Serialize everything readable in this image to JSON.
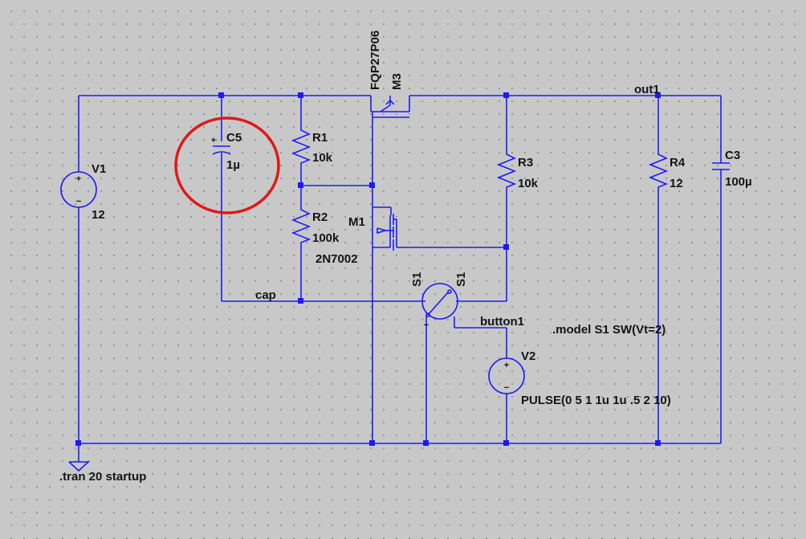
{
  "components": {
    "v1": {
      "name": "V1",
      "value": "12"
    },
    "v2": {
      "name": "V2",
      "value": "PULSE(0 5 1 1u 1u .5 2 10)"
    },
    "c5": {
      "name": "C5",
      "value": "1µ"
    },
    "c3": {
      "name": "C3",
      "value": "100µ"
    },
    "r1": {
      "name": "R1",
      "value": "10k"
    },
    "r2": {
      "name": "R2",
      "value": "100k"
    },
    "r3": {
      "name": "R3",
      "value": "10k"
    },
    "r4": {
      "name": "R4",
      "value": "12"
    },
    "m1": {
      "name": "M1",
      "value": "2N7002"
    },
    "m3": {
      "name": "M3",
      "value": "FQP27P06"
    },
    "s1": {
      "name": "S1",
      "label2": "S1"
    }
  },
  "nets": {
    "out": "out1",
    "cap": "cap",
    "button": "button1"
  },
  "directives": {
    "model": ".model S1 SW(Vt=2)",
    "tran": ".tran 20 startup"
  },
  "polarity": {
    "plus": "+",
    "minus": "−"
  },
  "colors": {
    "wire": "#1a1aff",
    "background": "#c8c8c8",
    "grid_dot": "#8a8a8a",
    "annotation": "#e01818",
    "text": "#141414"
  }
}
